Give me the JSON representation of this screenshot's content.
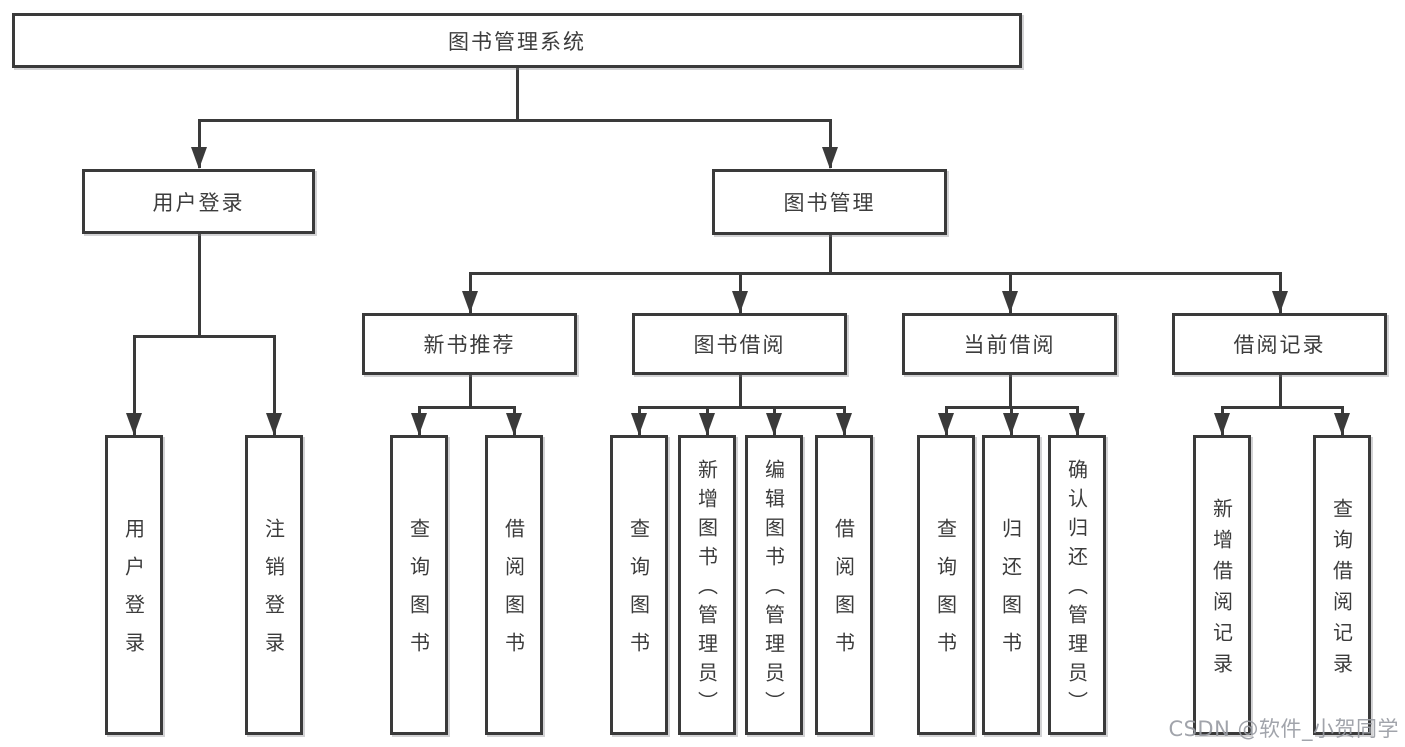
{
  "diagram": {
    "root": {
      "label": "图书管理系统"
    },
    "branches": [
      {
        "label": "用户登录",
        "leaves": [
          {
            "label": "用户登录"
          },
          {
            "label": "注销登录"
          }
        ]
      },
      {
        "label": "图书管理",
        "sections": [
          {
            "label": "新书推荐",
            "leaves": [
              {
                "label": "查询图书"
              },
              {
                "label": "借阅图书"
              }
            ]
          },
          {
            "label": "图书借阅",
            "leaves": [
              {
                "label": "查询图书"
              },
              {
                "label": "新增图书（管理员）"
              },
              {
                "label": "编辑图书（管理员）"
              },
              {
                "label": "借阅图书"
              }
            ]
          },
          {
            "label": "当前借阅",
            "leaves": [
              {
                "label": "查询图书"
              },
              {
                "label": "归还图书"
              },
              {
                "label": "确认归还（管理员）"
              }
            ]
          },
          {
            "label": "借阅记录",
            "leaves": [
              {
                "label": "新增借阅记录"
              },
              {
                "label": "查询借阅记录"
              }
            ]
          }
        ]
      }
    ]
  },
  "watermark": {
    "text": "CSDN @软件_小贺同学"
  },
  "colors": {
    "line": "#3a3a3a",
    "box_border": "#3a3a3a",
    "box_fill": "#ffffff",
    "text": "#3c3c3c",
    "background": "#ffffff",
    "watermark": "#9a9da4"
  }
}
